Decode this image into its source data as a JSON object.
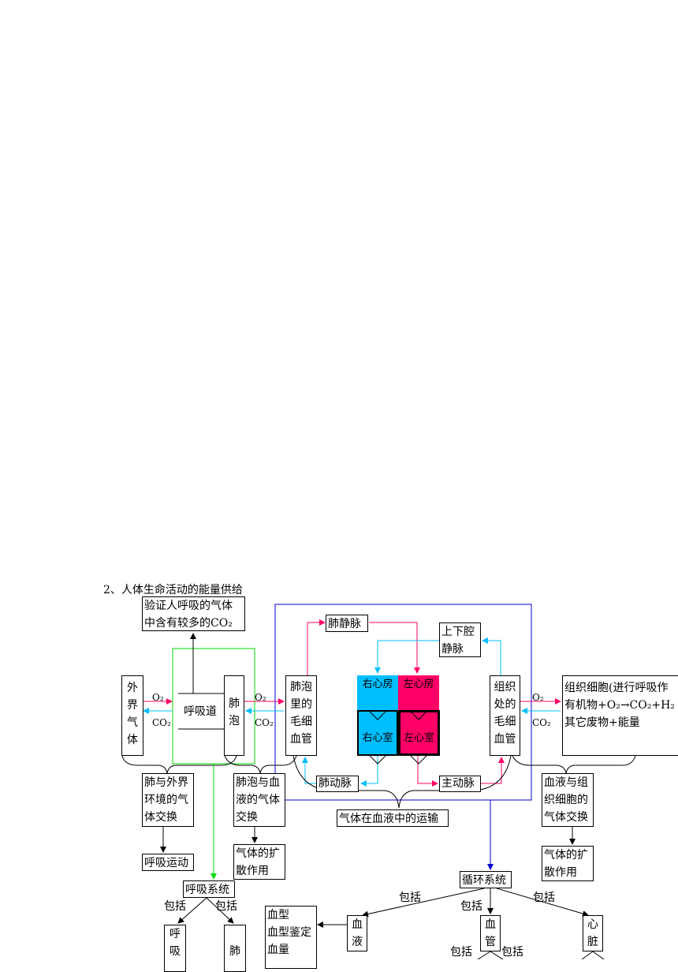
{
  "heading": "2、人体生命活动的能量供给",
  "verify_box": "验证人呼吸的气体中含有较多的CO₂",
  "outside_air": [
    "外",
    "界",
    "气",
    "体"
  ],
  "airway": "呼吸道",
  "alveoli": [
    "肺",
    "泡"
  ],
  "gas_labels": {
    "o2": "O₂",
    "co2": "CO₂"
  },
  "lung_capillary": [
    "肺泡",
    "里的",
    "毛细",
    "血管"
  ],
  "pulmonary_vein": "肺静脉",
  "vena_cava": "上下腔静脉",
  "heart": {
    "right_atrium": "右心房",
    "left_atrium": "左心房",
    "right_ventricle": "右心室",
    "left_ventricle": "左心室",
    "colors": {
      "venous": "#00bfff",
      "arterial": "#ff0066"
    }
  },
  "tissue_capillary": [
    "组织",
    "处的",
    "毛细",
    "血管"
  ],
  "tissue_cell": "组织细胞(进行呼吸作有机物+O₂→CO₂+H₂其它废物+能量",
  "pulmonary_artery": "肺动脉",
  "aorta": "主动脉",
  "lung_env_exchange": "肺与外界环境的气体交换",
  "alveoli_blood_exchange": "肺泡与血液的气体交换",
  "blood_transport": "气体在血液中的运输",
  "blood_tissue_exchange": "血液与组织细胞的气体交换",
  "breathing_movement": "呼吸运动",
  "diffusion_1": "气体的扩散作用",
  "diffusion_2": "气体的扩散作用",
  "respiratory_system": "呼吸系统",
  "circulatory_system": "循环系统",
  "includes": "包括",
  "resp_parts": {
    "tract": [
      "呼",
      "吸"
    ],
    "lung": [
      "肺"
    ]
  },
  "blood": [
    "血",
    "液"
  ],
  "vessel": [
    "血",
    "管"
  ],
  "heart_part": [
    "心",
    "脏"
  ],
  "blood_type_box": [
    "血型",
    "血型鉴定",
    "血量"
  ]
}
